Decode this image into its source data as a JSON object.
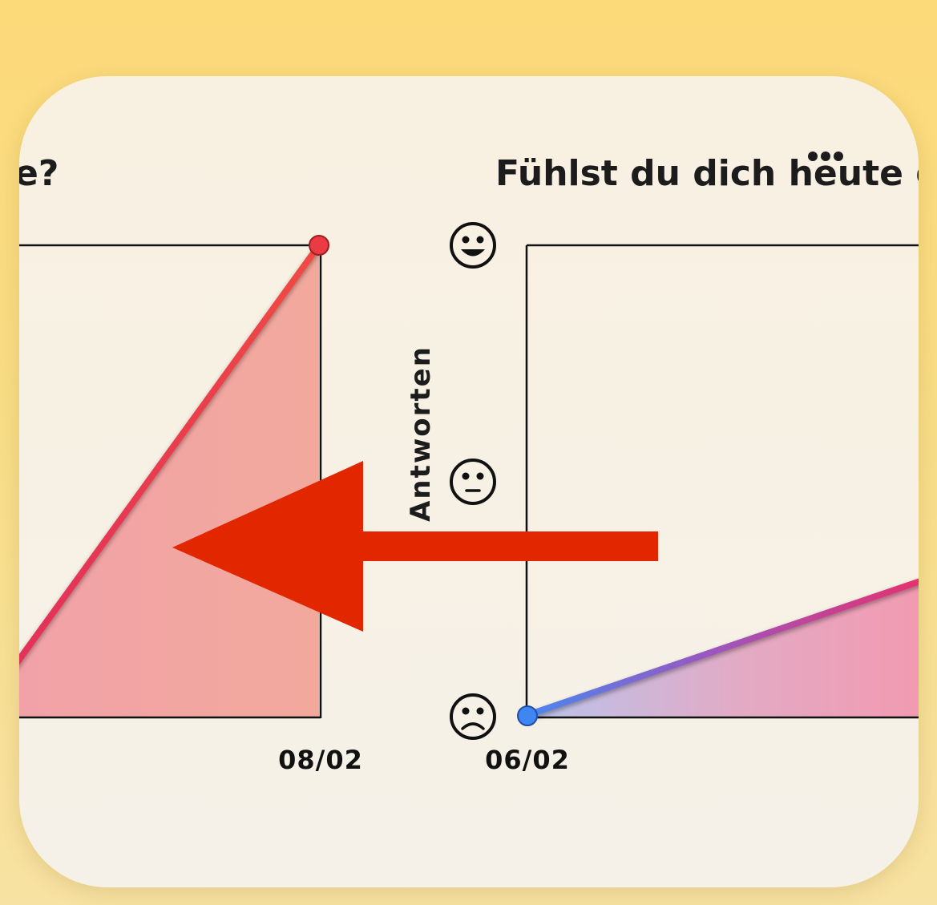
{
  "widget": {
    "left_chart": {
      "title_fragment": "e?",
      "x_tick_end": "08/02"
    },
    "right_chart": {
      "title": "Fühlst du dich heute g",
      "x_tick_start": "06/02",
      "y_axis_label": "Antworten",
      "y_ticks": [
        {
          "icon": "happy-face-icon",
          "glyph": "☻"
        },
        {
          "icon": "neutral-face-icon",
          "glyph": "😐"
        },
        {
          "icon": "sad-face-icon",
          "glyph": "☹"
        }
      ]
    },
    "more_icon": "more-dots-icon",
    "overlay_arrow": {
      "icon": "left-arrow-icon",
      "color": "#e22600"
    }
  },
  "colors": {
    "background": "#fcda7a",
    "card": "#f7f1e5",
    "left_line": "#ec3a4e",
    "left_fill": "#f2a3a0",
    "right_line_start": "#4a86ee",
    "right_line_end": "#e8306e",
    "right_fill_start": "#b8c2ec",
    "right_fill_end": "#f29bb2",
    "point_left": "#ec3a44",
    "point_right": "#3f86f0"
  },
  "chart_data": [
    {
      "type": "area",
      "title": "",
      "x": [
        "",
        "08/02"
      ],
      "y": [
        "",
        "happy"
      ],
      "xlabel": "",
      "ylabel": "",
      "note_visible_tick": "08/02"
    },
    {
      "type": "area",
      "title": "Fühlst du dich heute g",
      "x": [
        "06/02",
        ""
      ],
      "y_levels": [
        "sad",
        "neutral",
        "happy"
      ],
      "first_point": {
        "x": "06/02",
        "y": "sad"
      },
      "ylabel": "Antworten",
      "xlabel": ""
    }
  ]
}
